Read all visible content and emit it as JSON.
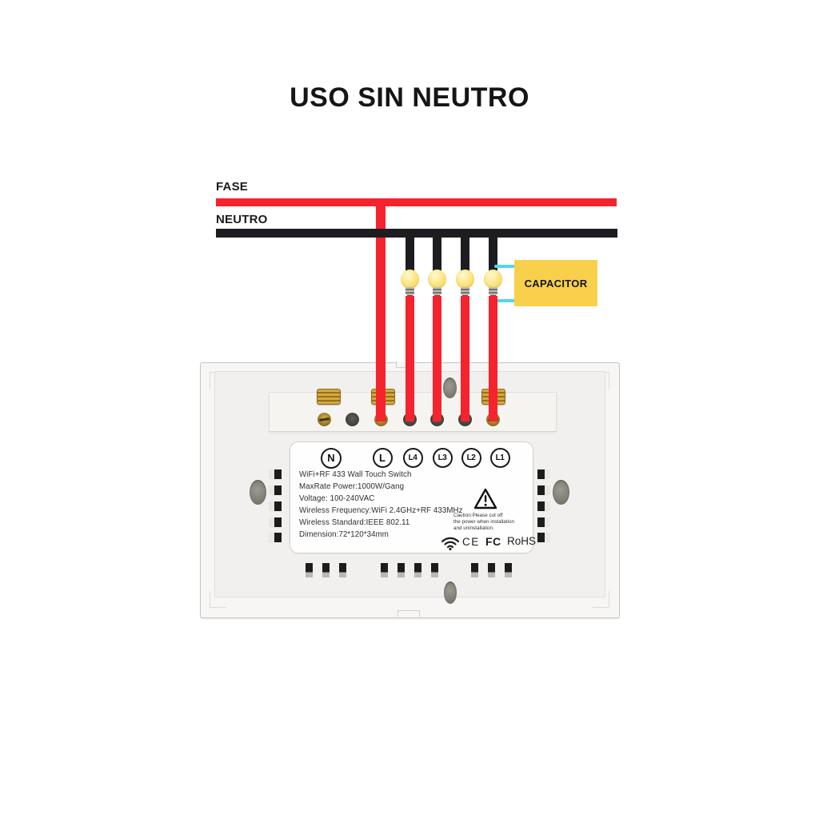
{
  "title": "USO SIN NEUTRO",
  "diagram": {
    "fase_label": "FASE",
    "neutro_label": "NEUTRO",
    "capacitor_label": "CAPACITOR",
    "bulb_count": 4,
    "colors": {
      "fase_wire": "#f5232d",
      "neutro_wire": "#1d1d21",
      "capacitor_fill": "#f8d04b",
      "capacitor_link_wire": "#55d6e5",
      "bulb": "#f9dd67"
    },
    "icons": {
      "bulb": "light-bulb-icon",
      "warning": "warning-triangle-icon",
      "wifi": "wifi-icon"
    }
  },
  "switch_device": {
    "terminals": [
      "N",
      "L",
      "L4",
      "L3",
      "L2",
      "L1"
    ],
    "specs": [
      "WiFi+RF 433 Wall Touch Switch",
      "MaxRate Power:1000W/Gang",
      "Voltage: 100-240VAC",
      "Wireless Frequency:WiFi 2.4GHz+RF 433MHz",
      "Wireless Standard:IEEE 802.11",
      "Dimension:72*120*34mm"
    ],
    "caution_lines": [
      "Caution:Please cut off",
      "the power when installation",
      "and uninstallation."
    ],
    "certs": {
      "ce": "CE",
      "fcc": "FC",
      "rohs": "RoHS"
    }
  }
}
